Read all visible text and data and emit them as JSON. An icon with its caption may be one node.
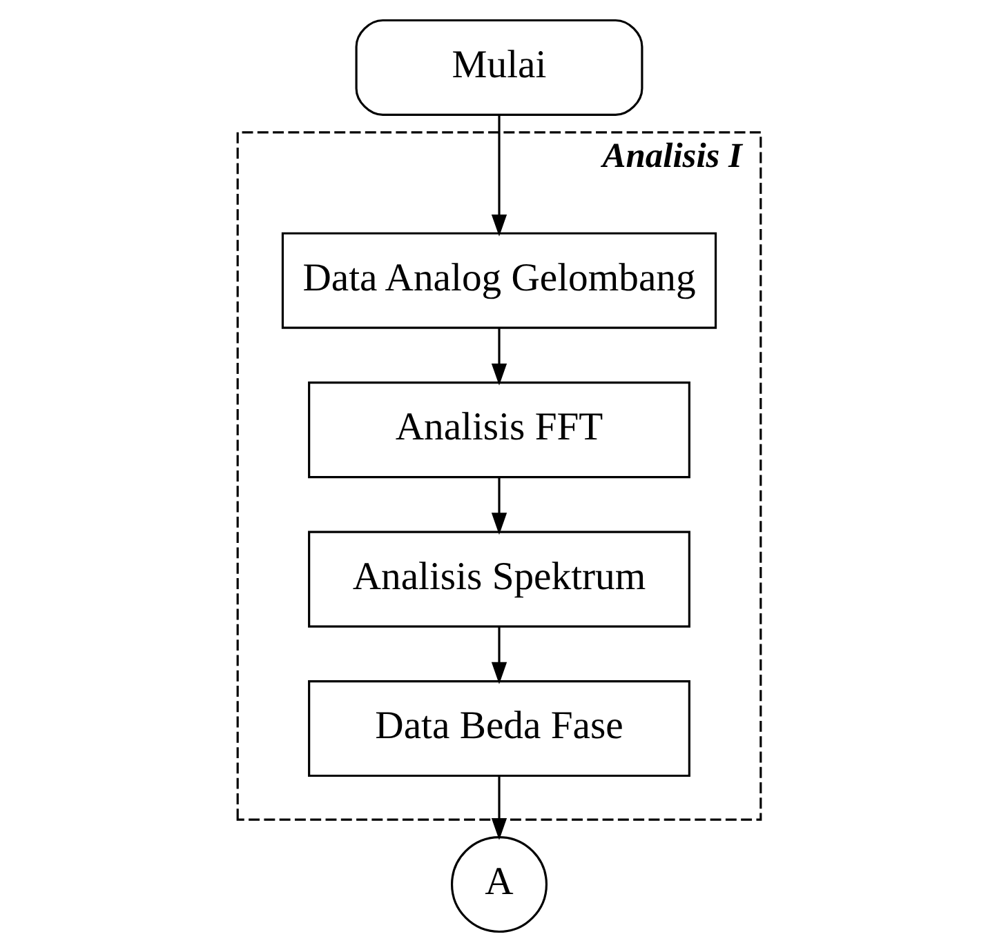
{
  "diagram": {
    "nodes": [
      {
        "text": [
          "Mulai"
        ]
      },
      {
        "text": [
          "Analisis I"
        ]
      },
      {
        "text": [
          "Data Analog Gelombang"
        ],
        "in": 1
      },
      {
        "text": [
          "Analisis FFT"
        ],
        "in": 1
      },
      {
        "text": [
          "Analisis Spektrum"
        ],
        "in": 1
      },
      {
        "text": [
          "Data Beda Fase"
        ],
        "in": 1
      },
      {
        "text": [
          "A"
        ]
      }
    ],
    "edges": [
      {
        "from": 0,
        "to": 2,
        "arrow": "to"
      },
      {
        "from": 2,
        "to": 3,
        "arrow": "to"
      },
      {
        "from": 3,
        "to": 4,
        "arrow": "to"
      },
      {
        "from": 4,
        "to": 5,
        "arrow": "to"
      },
      {
        "from": 5,
        "to": 6,
        "arrow": "to"
      }
    ]
  }
}
